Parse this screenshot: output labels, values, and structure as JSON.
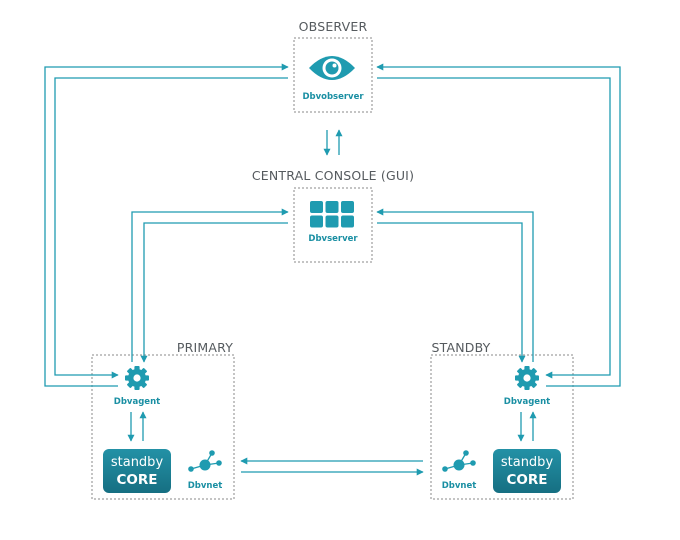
{
  "nodes": {
    "observer": {
      "caption": "OBSERVER",
      "label": "Dbvobserver"
    },
    "console": {
      "caption": "CENTRAL CONSOLE (GUI)",
      "label": "Dbvserver"
    },
    "primary": {
      "caption": "PRIMARY",
      "agent_label": "Dbvagent",
      "net_label": "Dbvnet",
      "core_top": "standby",
      "core_bottom": "CORE"
    },
    "standby": {
      "caption": "STANDBY",
      "agent_label": "Dbvagent",
      "net_label": "Dbvnet",
      "core_top": "standby",
      "core_bottom": "CORE"
    }
  },
  "colors": {
    "accent": "#1f9bb0",
    "core_box": "#1a7f94",
    "border": "#8a8a8a",
    "text": "#555a5e"
  },
  "icons": {
    "observer": "eye-icon",
    "console": "grid-icon",
    "agent": "gear-icon",
    "net": "network-nodes-icon"
  }
}
